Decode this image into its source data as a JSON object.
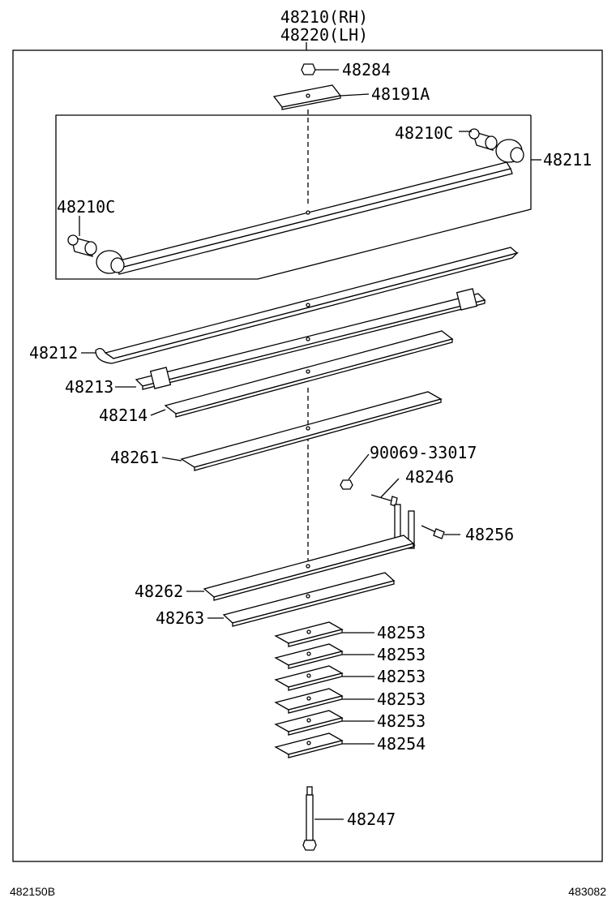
{
  "assembly": {
    "rh": "48210(RH)",
    "lh": "48220(LH)"
  },
  "parts": {
    "nut_48284": "48284",
    "plate_48191a": "48191A",
    "bushing_upper": "48210C",
    "main_leaf": "48211",
    "bushing_lower": "48210C",
    "leaf_48212": "48212",
    "leaf_48213": "48213",
    "leaf_48214": "48214",
    "leaf_48261": "48261",
    "nut_90069": "90069-33017",
    "bolt_48246": "48246",
    "bolt_48256": "48256",
    "leaf_48262": "48262",
    "leaf_48263": "48263",
    "spacer_1": "48253",
    "spacer_2": "48253",
    "spacer_3": "48253",
    "spacer_4": "48253",
    "spacer_5": "48253",
    "spacer_48254": "48254",
    "bolt_48247": "48247"
  },
  "footer": {
    "left_code": "482150B",
    "right_code": "483082"
  }
}
